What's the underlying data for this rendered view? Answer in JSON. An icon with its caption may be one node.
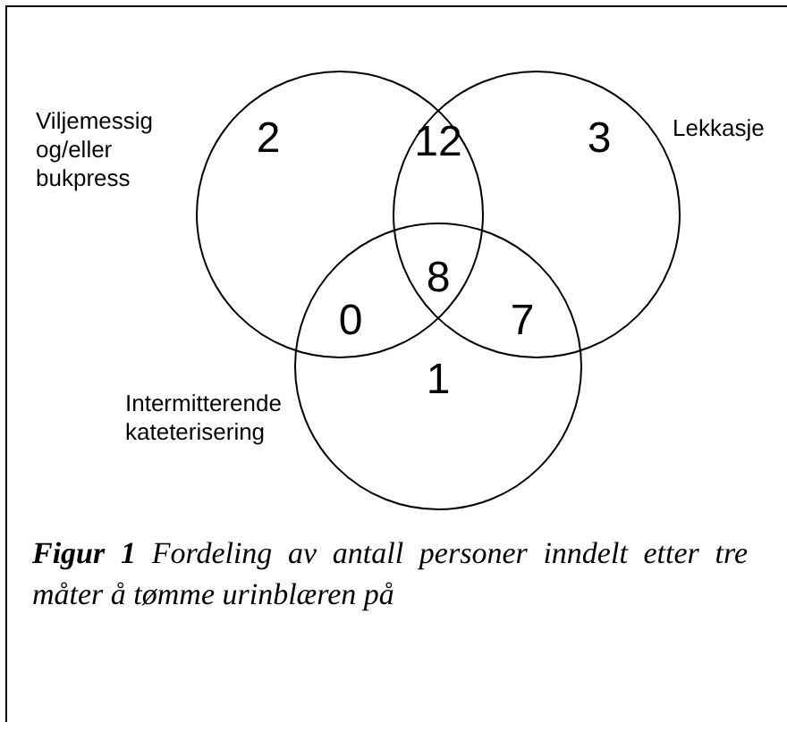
{
  "diagram": {
    "caption": "**Figur 1**  Fordeling av antall personer inndelt etter tre måter å tømme urinblæren på",
    "nodes": [
      {
        "text": [
          "Viljemessig og/eller bukpress"
        ]
      },
      {
        "text": [
          "Lekkasje"
        ]
      },
      {
        "text": [
          "Intermitterende kateterisering"
        ]
      }
    ],
    "labels": [
      "2",
      "12",
      "3",
      "8",
      "0",
      "7",
      "1"
    ]
  }
}
